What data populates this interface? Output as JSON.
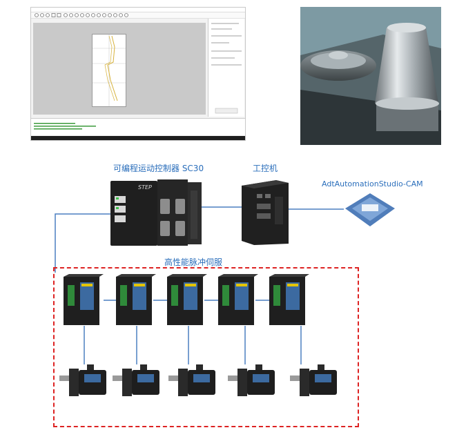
{
  "labels": {
    "controller": "可编程运动控制器 SC30",
    "ipc": "工控机",
    "software": "AdtAutomationStudio-CAM",
    "servo_group": "高性能脉冲伺服"
  },
  "controller_brand": "STEP",
  "colors": {
    "label": "#2a6ebb",
    "connector": "#4a7fc1",
    "group_border": "#d22222",
    "device_dark": "#1f1f1f",
    "logo_blue": "#3d6fb3"
  },
  "icons": {
    "controller": "plc-controller-icon",
    "ipc": "industrial-pc-icon",
    "software": "software-logo-icon",
    "drive": "servo-drive-icon",
    "motor": "servo-motor-icon"
  },
  "drives": [
    1,
    2,
    3,
    4,
    5
  ],
  "motors": [
    1,
    2,
    3,
    4,
    5
  ]
}
